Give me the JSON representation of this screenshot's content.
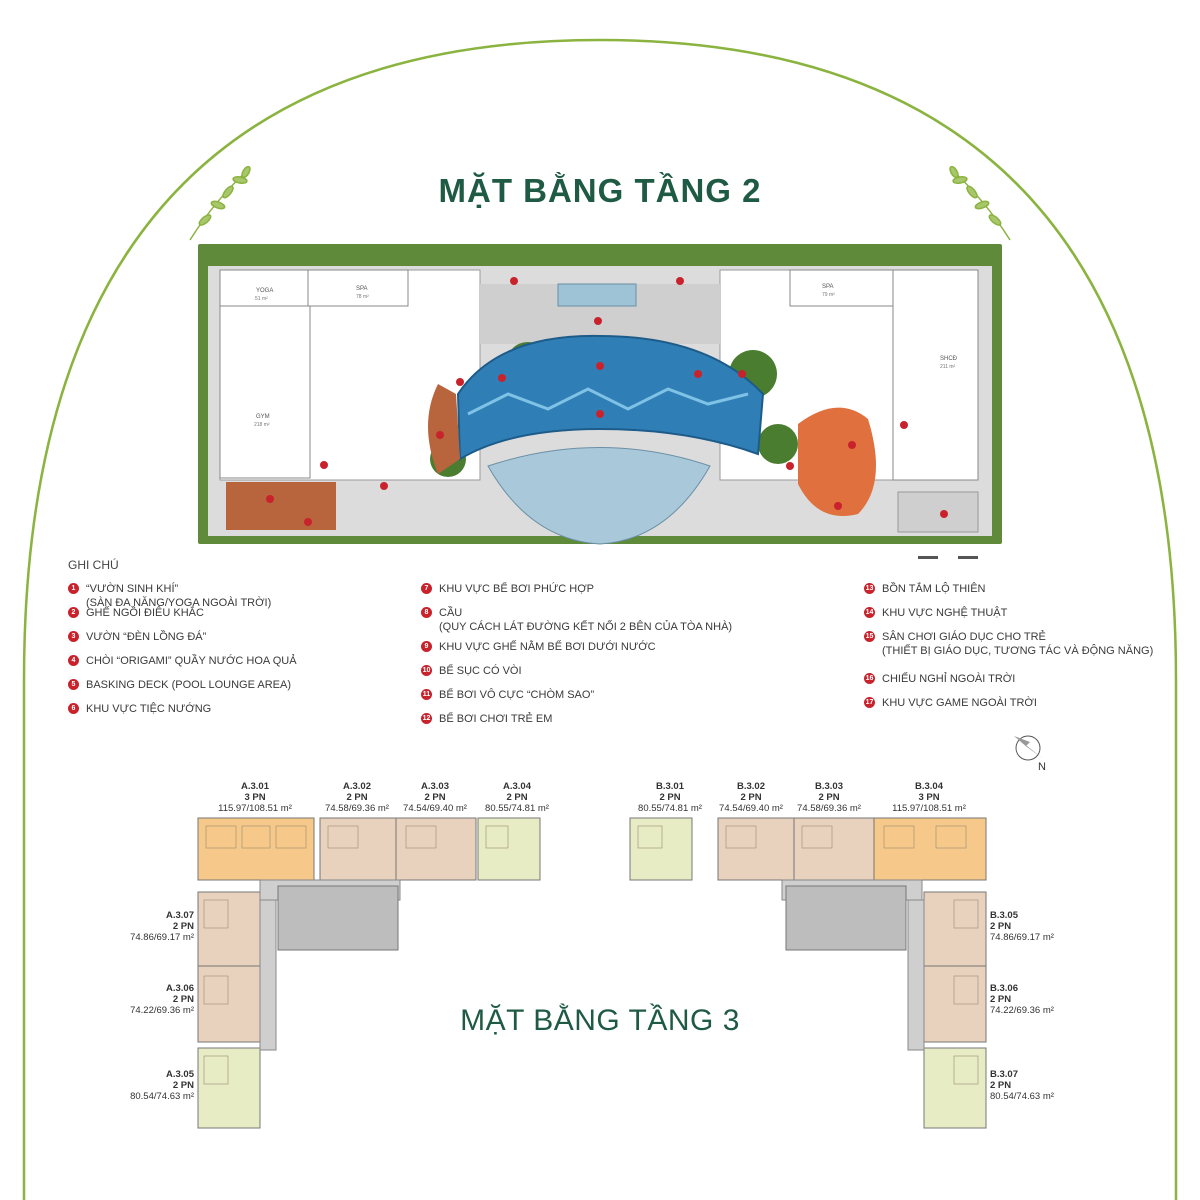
{
  "floor2": {
    "title": "MẶT BẰNG TẦNG 2",
    "room_labels": {
      "yoga": "YOGA",
      "yoga_area": "51 m²",
      "spa_left": "SPA",
      "spa_left_area": "78 m²",
      "gym": "GYM",
      "gym_area": "218 m²",
      "spa_right": "SPA",
      "spa_right_area": "79 m²",
      "sinh_hoat": "SHCĐ",
      "sinh_hoat_area": "211 m²"
    },
    "legend_title": "GHI CHÚ",
    "legend_columns": [
      [
        {
          "num": "1",
          "lines": [
            "“VƯỜN SINH KHÍ”",
            "(SÀN ĐA NĂNG/YOGA NGOÀI TRỜI)"
          ]
        },
        {
          "num": "2",
          "lines": [
            "GHẾ NGỒI ĐIÊU KHẮC"
          ]
        },
        {
          "num": "3",
          "lines": [
            "VƯỜN “ĐÈN LỒNG ĐÁ”"
          ]
        },
        {
          "num": "4",
          "lines": [
            "CHÒI “ORIGAMI” QUẦY NƯỚC HOA QUẢ"
          ]
        },
        {
          "num": "5",
          "lines": [
            "BASKING DECK (POOL LOUNGE AREA)"
          ]
        },
        {
          "num": "6",
          "lines": [
            "KHU VỰC TIỆC NƯỚNG"
          ]
        }
      ],
      [
        {
          "num": "7",
          "lines": [
            "KHU VỰC BỂ BƠI PHỨC HỢP"
          ]
        },
        {
          "num": "8",
          "lines": [
            "CẦU",
            "(QUY CÁCH LÁT ĐƯỜNG KẾT NỐI 2 BÊN CỦA TÒA NHÀ)"
          ]
        },
        {
          "num": "9",
          "lines": [
            "KHU VỰC GHẾ NẰM BỂ BƠI DƯỚI NƯỚC"
          ]
        },
        {
          "num": "10",
          "lines": [
            "BỂ SỤC CÓ VÒI"
          ]
        },
        {
          "num": "11",
          "lines": [
            "BỂ BƠI VÔ CỰC “CHÒM SAO”"
          ]
        },
        {
          "num": "12",
          "lines": [
            "BỂ BƠI CHƠI TRẺ EM"
          ]
        }
      ],
      [
        {
          "num": "13",
          "lines": [
            "BỒN TẮM LỘ THIÊN"
          ]
        },
        {
          "num": "14",
          "lines": [
            "KHU VỰC NGHỆ THUẬT"
          ]
        },
        {
          "num": "15",
          "lines": [
            "SÂN CHƠI GIÁO DỤC CHO TRẺ",
            "(THIẾT BỊ GIÁO DỤC, TƯƠNG TÁC VÀ ĐỘNG NĂNG)"
          ]
        },
        {
          "num": "16",
          "lines": [
            "CHIẾU NGHỈ NGOÀI TRỜI"
          ]
        },
        {
          "num": "17",
          "lines": [
            "KHU VỰC GAME NGOÀI TRỜI"
          ]
        }
      ]
    ],
    "compass_label": "N"
  },
  "floor3": {
    "title": "MẶT BẰNG TẦNG 3",
    "units": {
      "a301": {
        "code": "A.3.01",
        "pn": "3 PN",
        "area": "115.97/108.51 m²"
      },
      "a302": {
        "code": "A.3.02",
        "pn": "2 PN",
        "area": "74.58/69.36 m²"
      },
      "a303": {
        "code": "A.3.03",
        "pn": "2 PN",
        "area": "74.54/69.40 m²"
      },
      "a304": {
        "code": "A.3.04",
        "pn": "2 PN",
        "area": "80.55/74.81 m²"
      },
      "a307": {
        "code": "A.3.07",
        "pn": "2 PN",
        "area": "74.86/69.17 m²"
      },
      "a306": {
        "code": "A.3.06",
        "pn": "2 PN",
        "area": "74.22/69.36 m²"
      },
      "a305": {
        "code": "A.3.05",
        "pn": "2 PN",
        "area": "80.54/74.63 m²"
      },
      "b301": {
        "code": "B.3.01",
        "pn": "2 PN",
        "area": "80.55/74.81 m²"
      },
      "b302": {
        "code": "B.3.02",
        "pn": "2 PN",
        "area": "74.54/69.40 m²"
      },
      "b303": {
        "code": "B.3.03",
        "pn": "2 PN",
        "area": "74.58/69.36 m²"
      },
      "b304": {
        "code": "B.3.04",
        "pn": "3 PN",
        "area": "115.97/108.51 m²"
      },
      "b305": {
        "code": "B.3.05",
        "pn": "2 PN",
        "area": "74.86/69.17 m²"
      },
      "b306": {
        "code": "B.3.06",
        "pn": "2 PN",
        "area": "74.22/69.36 m²"
      },
      "b307": {
        "code": "B.3.07",
        "pn": "2 PN",
        "area": "80.54/74.63 m²"
      }
    }
  },
  "colors": {
    "brand_green": "#1f5a44",
    "arch_green": "#8ab33f",
    "pool_blue": "#2f7fb6",
    "deck_wood": "#b8643d",
    "legend_red": "#c8232c",
    "unit_orange": "#f6c98a",
    "unit_beige": "#e8d2bd",
    "unit_lime": "#e7ecc4"
  }
}
